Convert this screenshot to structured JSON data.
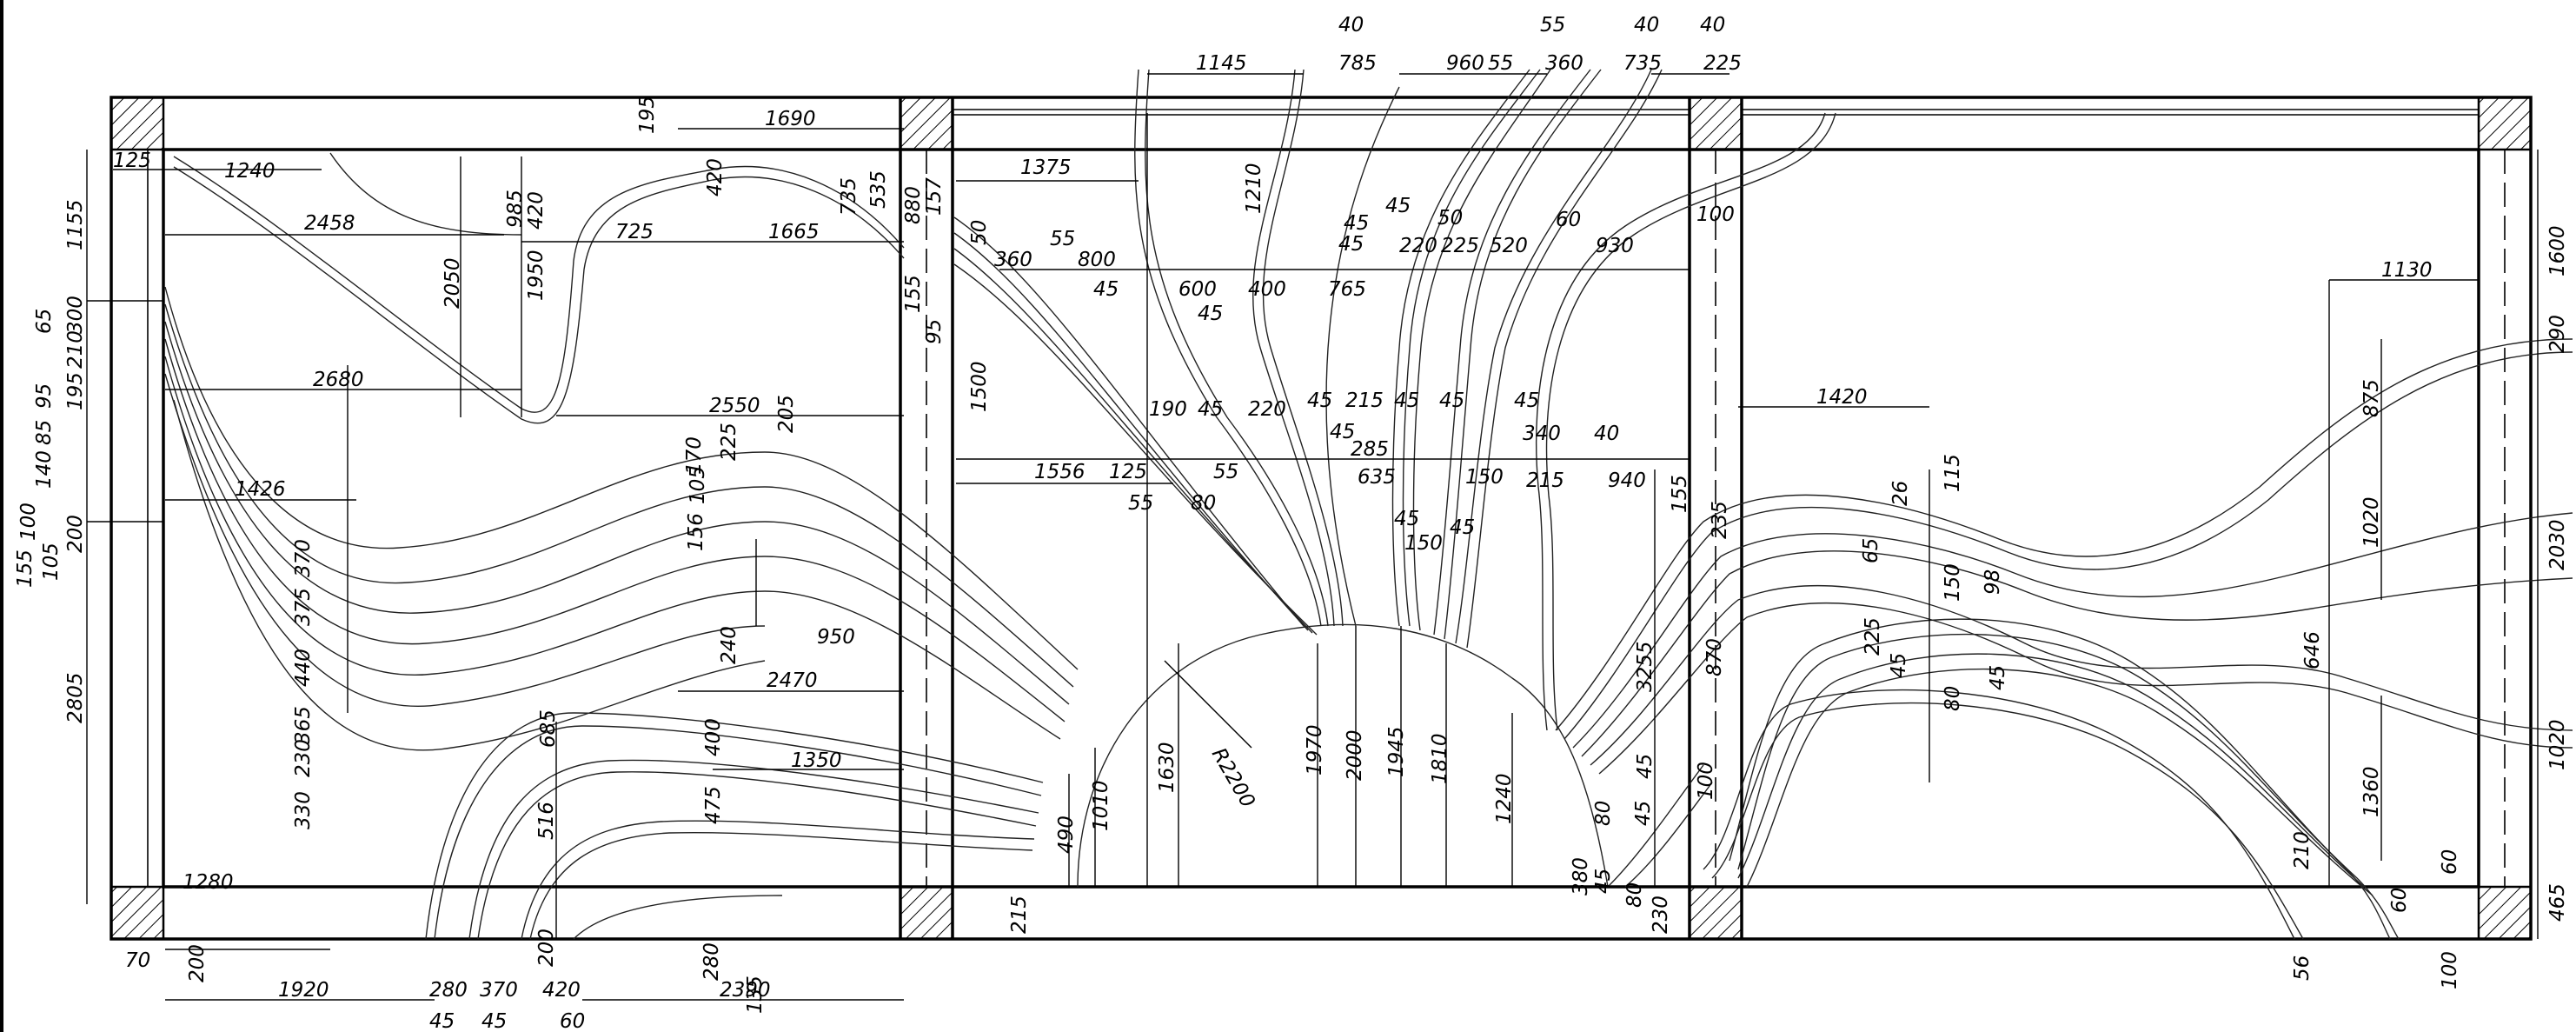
{
  "dimensions": {
    "top": [
      "40",
      "1145",
      "785",
      "960",
      "55",
      "55",
      "360",
      "40",
      "735",
      "40",
      "225"
    ],
    "room_left": [
      "125",
      "1240",
      "2458",
      "2050",
      "985",
      "420",
      "195",
      "1690",
      "420",
      "725",
      "1665",
      "735",
      "535",
      "1950",
      "2680",
      "2550",
      "205",
      "170",
      "225",
      "105",
      "156",
      "1426",
      "370",
      "375",
      "440",
      "365",
      "230",
      "330",
      "240",
      "950",
      "2470",
      "1350",
      "400",
      "475",
      "685",
      "516",
      "1280",
      "880"
    ],
    "room_mid": [
      "1375",
      "1210",
      "50",
      "360",
      "55",
      "800",
      "45",
      "600",
      "45",
      "400",
      "765",
      "45",
      "45",
      "50",
      "220",
      "225",
      "520",
      "60",
      "930",
      "45",
      "100",
      "157",
      "155",
      "95",
      "1500",
      "190",
      "45",
      "220",
      "45",
      "215",
      "45",
      "45",
      "45",
      "45",
      "285",
      "635",
      "150",
      "340",
      "40",
      "1556",
      "125",
      "55",
      "55",
      "80",
      "45",
      "150",
      "45",
      "215",
      "940",
      "1970",
      "2000",
      "1945",
      "1810",
      "1240",
      "1630",
      "1010",
      "490",
      "215",
      "R2200"
    ],
    "room_right": [
      "1420",
      "1130",
      "875",
      "1020",
      "26",
      "115",
      "65",
      "150",
      "98",
      "225",
      "45",
      "80",
      "45",
      "235",
      "3255",
      "870",
      "100",
      "155",
      "45",
      "80",
      "45",
      "646",
      "1360",
      "210",
      "60",
      "60",
      "56",
      "100"
    ],
    "bottom": [
      "70",
      "200",
      "1920",
      "280",
      "370",
      "420",
      "2390",
      "45",
      "45",
      "60",
      "200",
      "280",
      "135",
      "380",
      "45",
      "80",
      "230"
    ],
    "left_side": [
      "1155",
      "65",
      "300",
      "210",
      "95",
      "195",
      "85",
      "140",
      "100",
      "200",
      "105",
      "155",
      "2805"
    ],
    "right_side": [
      "1600",
      "290",
      "2030",
      "1020",
      "465"
    ]
  }
}
